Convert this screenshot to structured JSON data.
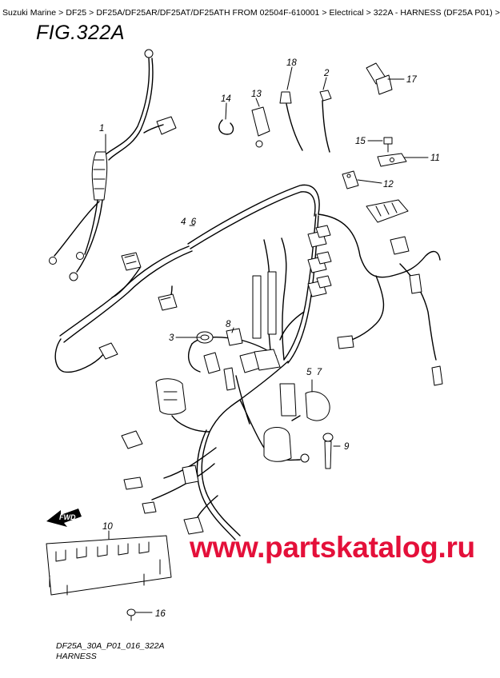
{
  "breadcrumb": {
    "items": [
      "Suzuki Marine",
      "DF25",
      "DF25A/DF25AR/DF25AT/DF25ATH FROM 02504F-610001",
      "Electrical",
      "322A - HARNESS (DF25A P01)"
    ],
    "separator": " > "
  },
  "figure": {
    "title": "FIG.322A",
    "code": "DF25A_30A_P01_016_322A",
    "caption": "HARNESS"
  },
  "callouts": {
    "c1": "1",
    "c2": "2",
    "c3": "3",
    "c46": "4  6",
    "c57": "5  7",
    "c8": "8",
    "c9": "9",
    "c10": "10",
    "c11": "11",
    "c12": "12",
    "c13": "13",
    "c14": "14",
    "c15": "15",
    "c16": "16",
    "c17": "17",
    "c18": "18"
  },
  "fwd_label": "FWD",
  "watermark": "www.partskatalog.ru",
  "colors": {
    "watermark": "#e4103a",
    "line": "#000000",
    "background": "#ffffff"
  }
}
